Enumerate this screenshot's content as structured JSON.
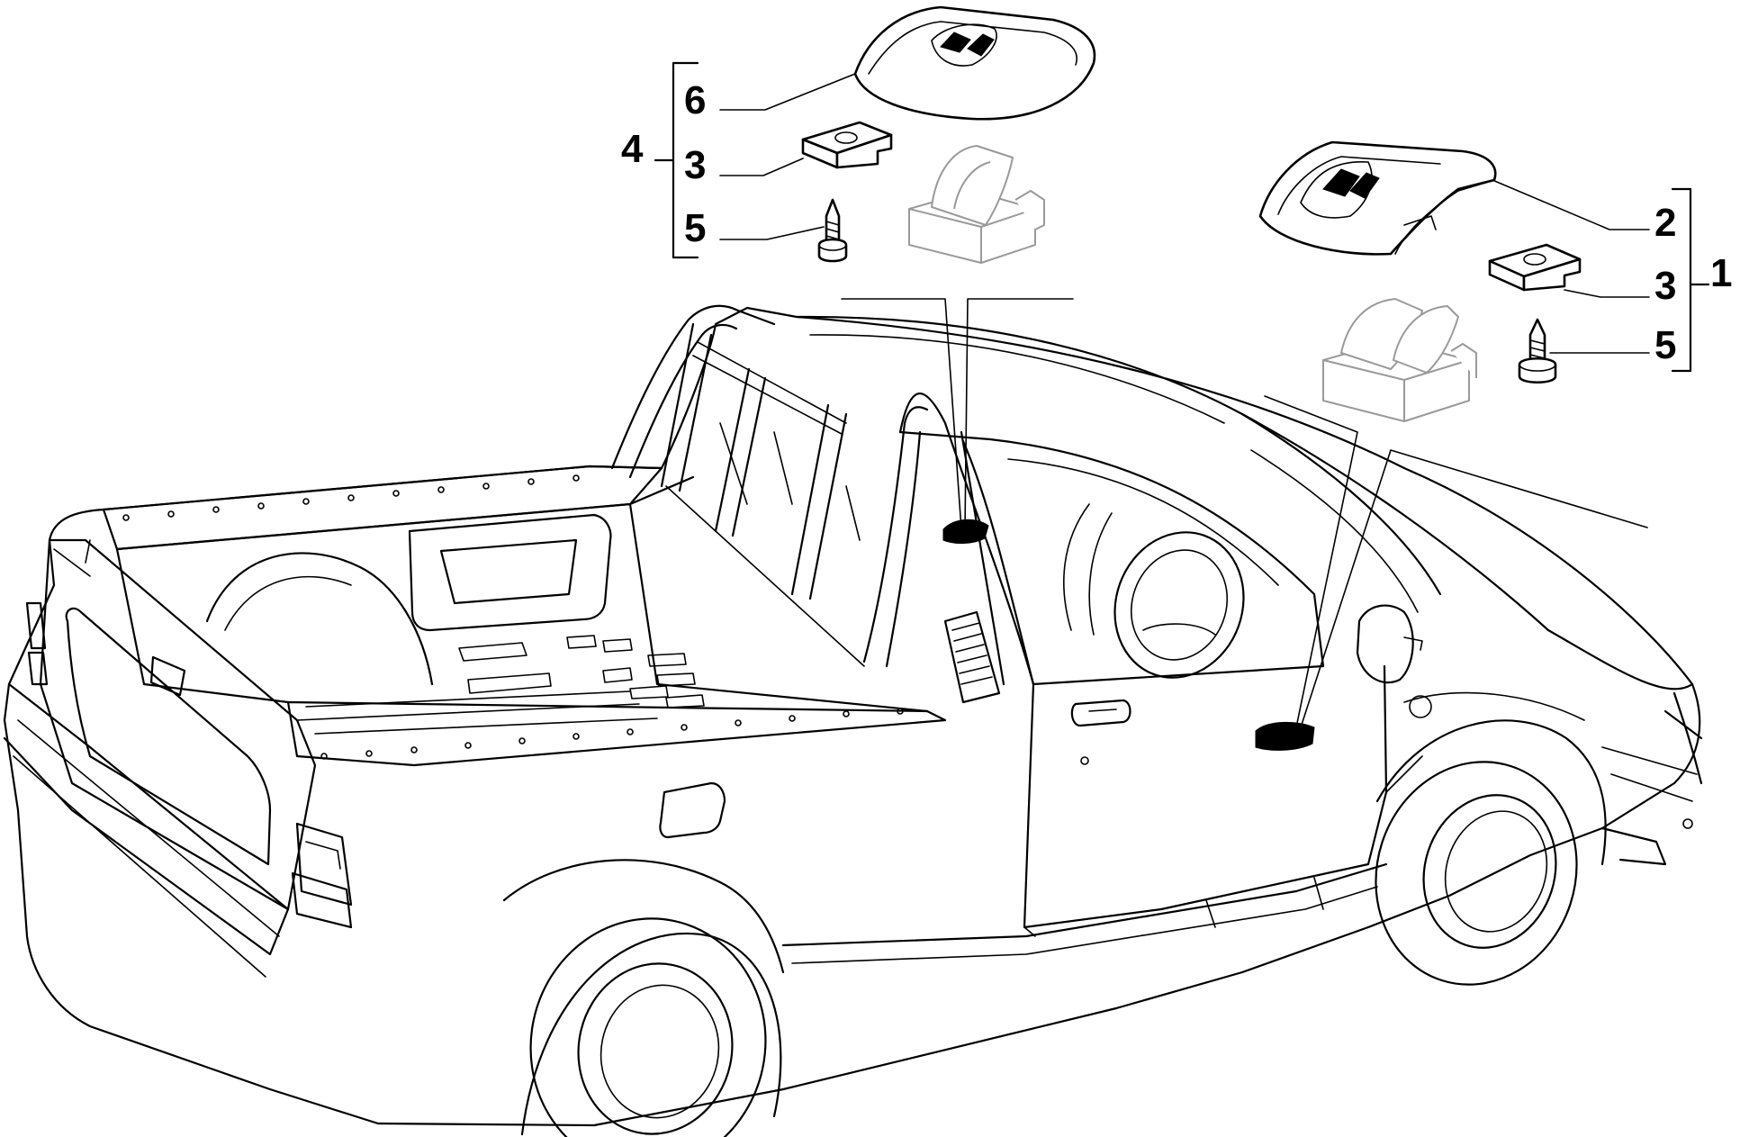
{
  "diagram": {
    "background": "#ffffff",
    "ink": "#000000",
    "ghost_color": "#9a9a9a",
    "callouts": {
      "group_left": "4",
      "group_left_cover": "6",
      "group_left_clip": "3",
      "group_left_screw": "5",
      "group_right": "1",
      "group_right_cover": "2",
      "group_right_clip": "3",
      "group_right_screw": "5"
    }
  }
}
